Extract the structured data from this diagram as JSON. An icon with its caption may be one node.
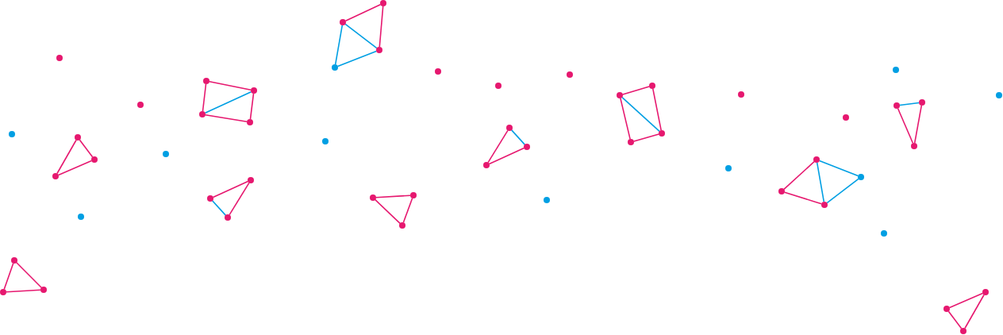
{
  "diagram": {
    "nodes": [
      {
        "text": [],
        "shape": "circle"
      },
      {
        "text": [],
        "shape": "circle"
      },
      {
        "text": [],
        "shape": "circle"
      },
      {
        "text": [],
        "shape": "circle"
      },
      {
        "text": [],
        "shape": "circle"
      },
      {
        "text": [],
        "shape": "circle"
      },
      {
        "text": [],
        "shape": "circle"
      },
      {
        "text": [],
        "shape": "circle"
      },
      {
        "text": [],
        "shape": "circle"
      },
      {
        "text": [],
        "shape": "circle"
      },
      {
        "text": [],
        "shape": "circle"
      },
      {
        "text": [],
        "shape": "circle"
      },
      {
        "text": [],
        "shape": "circle"
      },
      {
        "text": [],
        "shape": "circle"
      },
      {
        "text": [],
        "shape": "circle"
      },
      {
        "text": [],
        "shape": "circle"
      },
      {
        "text": [],
        "shape": "circle"
      },
      {
        "text": [],
        "shape": "circle"
      },
      {
        "text": [],
        "shape": "circle"
      },
      {
        "text": [],
        "shape": "circle"
      },
      {
        "text": [],
        "shape": "circle"
      },
      {
        "text": [],
        "shape": "circle"
      },
      {
        "text": [],
        "shape": "circle"
      },
      {
        "text": [],
        "shape": "circle"
      },
      {
        "text": [],
        "shape": "circle"
      },
      {
        "text": [],
        "shape": "circle"
      },
      {
        "text": [],
        "shape": "circle"
      },
      {
        "text": [],
        "shape": "circle"
      },
      {
        "text": [],
        "shape": "circle"
      },
      {
        "text": [],
        "shape": "circle"
      },
      {
        "text": [],
        "shape": "circle"
      },
      {
        "text": [],
        "shape": "circle"
      },
      {
        "text": [],
        "shape": "circle"
      },
      {
        "text": [],
        "shape": "circle"
      },
      {
        "text": [],
        "shape": "circle"
      },
      {
        "text": [],
        "shape": "circle"
      },
      {
        "text": [],
        "shape": "circle"
      },
      {
        "text": [],
        "shape": "circle"
      },
      {
        "text": [],
        "shape": "circle"
      },
      {
        "text": [],
        "shape": "circle"
      },
      {
        "text": [],
        "shape": "circle"
      },
      {
        "text": [],
        "shape": "circle"
      },
      {
        "text": [],
        "shape": "circle"
      },
      {
        "text": [],
        "shape": "circle"
      },
      {
        "text": [],
        "shape": "circle"
      },
      {
        "text": [],
        "shape": "circle"
      },
      {
        "text": [],
        "shape": "circle"
      },
      {
        "text": [],
        "shape": "circle"
      },
      {
        "text": [],
        "shape": "circle"
      },
      {
        "text": [],
        "shape": "circle"
      },
      {
        "text": [],
        "shape": "circle"
      },
      {
        "text": [],
        "shape": "circle"
      },
      {
        "text": [],
        "shape": "circle"
      }
    ],
    "edges": [
      {
        "from": 0,
        "to": 1,
        "arrow": "none"
      },
      {
        "from": 1,
        "to": 2,
        "arrow": "none"
      },
      {
        "from": 0,
        "to": 3,
        "arrow": "none",
        "color": "#009fe3"
      },
      {
        "from": 3,
        "to": 2,
        "arrow": "none",
        "color": "#009fe3"
      },
      {
        "from": 0,
        "to": 2,
        "arrow": "none",
        "color": "#009fe3"
      },
      {
        "from": 4,
        "to": 5,
        "arrow": "none"
      },
      {
        "from": 4,
        "to": 6,
        "arrow": "none"
      },
      {
        "from": 6,
        "to": 7,
        "arrow": "none"
      },
      {
        "from": 5,
        "to": 7,
        "arrow": "none"
      },
      {
        "from": 6,
        "to": 5,
        "arrow": "none",
        "color": "#009fe3"
      },
      {
        "from": 8,
        "to": 9,
        "arrow": "none"
      },
      {
        "from": 9,
        "to": 10,
        "arrow": "none"
      },
      {
        "from": 8,
        "to": 10,
        "arrow": "none"
      },
      {
        "from": 11,
        "to": 12,
        "arrow": "none"
      },
      {
        "from": 11,
        "to": 13,
        "arrow": "none"
      },
      {
        "from": 12,
        "to": 13,
        "arrow": "none",
        "color": "#009fe3"
      },
      {
        "from": 14,
        "to": 15,
        "arrow": "none"
      },
      {
        "from": 15,
        "to": 16,
        "arrow": "none"
      },
      {
        "from": 14,
        "to": 16,
        "arrow": "none"
      },
      {
        "from": 17,
        "to": 18,
        "arrow": "none",
        "color": "#009fe3"
      },
      {
        "from": 18,
        "to": 19,
        "arrow": "none"
      },
      {
        "from": 17,
        "to": 19,
        "arrow": "none"
      },
      {
        "from": 20,
        "to": 21,
        "arrow": "none"
      },
      {
        "from": 21,
        "to": 22,
        "arrow": "none"
      },
      {
        "from": 22,
        "to": 23,
        "arrow": "none"
      },
      {
        "from": 20,
        "to": 23,
        "arrow": "none"
      },
      {
        "from": 20,
        "to": 22,
        "arrow": "none",
        "color": "#009fe3"
      },
      {
        "from": 24,
        "to": 26,
        "arrow": "none"
      },
      {
        "from": 26,
        "to": 27,
        "arrow": "none"
      },
      {
        "from": 24,
        "to": 25,
        "arrow": "none",
        "color": "#009fe3"
      },
      {
        "from": 24,
        "to": 27,
        "arrow": "none",
        "color": "#009fe3"
      },
      {
        "from": 25,
        "to": 27,
        "arrow": "none",
        "color": "#009fe3"
      },
      {
        "from": 28,
        "to": 29,
        "arrow": "none",
        "color": "#009fe3"
      },
      {
        "from": 29,
        "to": 30,
        "arrow": "none"
      },
      {
        "from": 28,
        "to": 30,
        "arrow": "none"
      },
      {
        "from": 31,
        "to": 32,
        "arrow": "none"
      },
      {
        "from": 32,
        "to": 33,
        "arrow": "none"
      },
      {
        "from": 31,
        "to": 33,
        "arrow": "none"
      },
      {
        "from": 34,
        "to": 35,
        "arrow": "none"
      },
      {
        "from": 35,
        "to": 36,
        "arrow": "none"
      },
      {
        "from": 34,
        "to": 36,
        "arrow": "none"
      }
    ]
  }
}
